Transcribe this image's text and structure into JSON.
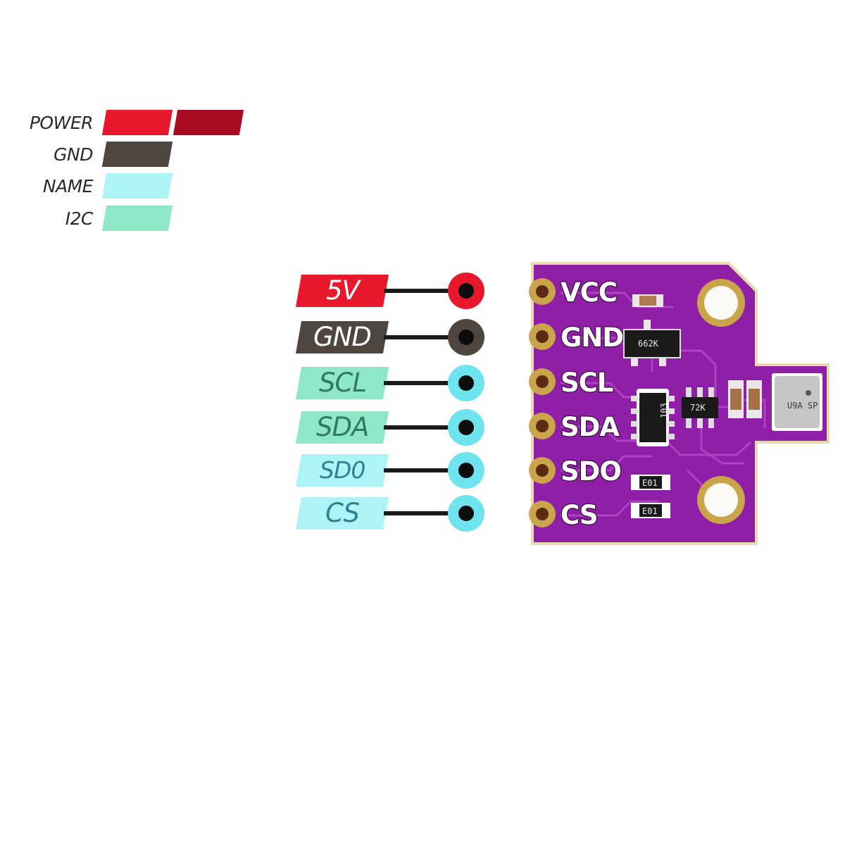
{
  "colors": {
    "power": "#e8192c",
    "power_dark": "#a80c22",
    "gnd": "#4f4640",
    "name": "#aef4f6",
    "i2c": "#8ee8c8",
    "board": "#8e1fa6",
    "trace": "#b548c8"
  },
  "legend": [
    {
      "label": "POWER",
      "color": "power"
    },
    {
      "label": "GND",
      "color": "gnd"
    },
    {
      "label": "NAME",
      "color": "name"
    },
    {
      "label": "I2C",
      "color": "i2c"
    }
  ],
  "pins": [
    {
      "label": "5V",
      "board_label": "VCC",
      "group": "power"
    },
    {
      "label": "GND",
      "board_label": "GND",
      "group": "gnd"
    },
    {
      "label": "SCL",
      "board_label": "SCL",
      "group": "i2c"
    },
    {
      "label": "SDA",
      "board_label": "SDA",
      "group": "i2c"
    },
    {
      "label": "SD0",
      "board_label": "SDO",
      "group": "name"
    },
    {
      "label": "CS",
      "board_label": "CS",
      "group": "name"
    }
  ],
  "board": {
    "chips": {
      "regulator": "662K",
      "mosfet": "72K",
      "resistor_array": "103",
      "sensor": "U9A SP",
      "led1": "E01",
      "led2": "E01"
    }
  }
}
